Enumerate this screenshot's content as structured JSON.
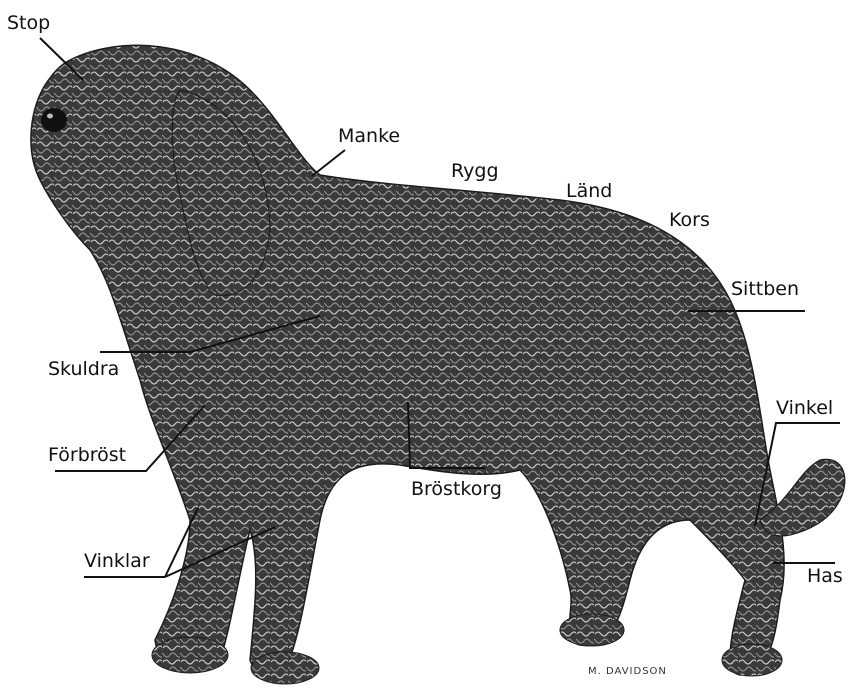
{
  "labels": {
    "stop": "Stop",
    "manke": "Manke",
    "rygg": "Rygg",
    "land": "Länd",
    "kors": "Kors",
    "sittben": "Sittben",
    "skuldra": "Skuldra",
    "forbrost": "Förbröst",
    "brostkorg": "Bröstkorg",
    "vinkel": "Vinkel",
    "vinklar": "Vinklar",
    "has": "Has"
  },
  "signature": "M. DAVIDSON",
  "colors": {
    "coat_dark": "#2b2b2b",
    "coat_mid": "#555555",
    "curl_light": "#d9d9d9",
    "line": "#111111"
  }
}
